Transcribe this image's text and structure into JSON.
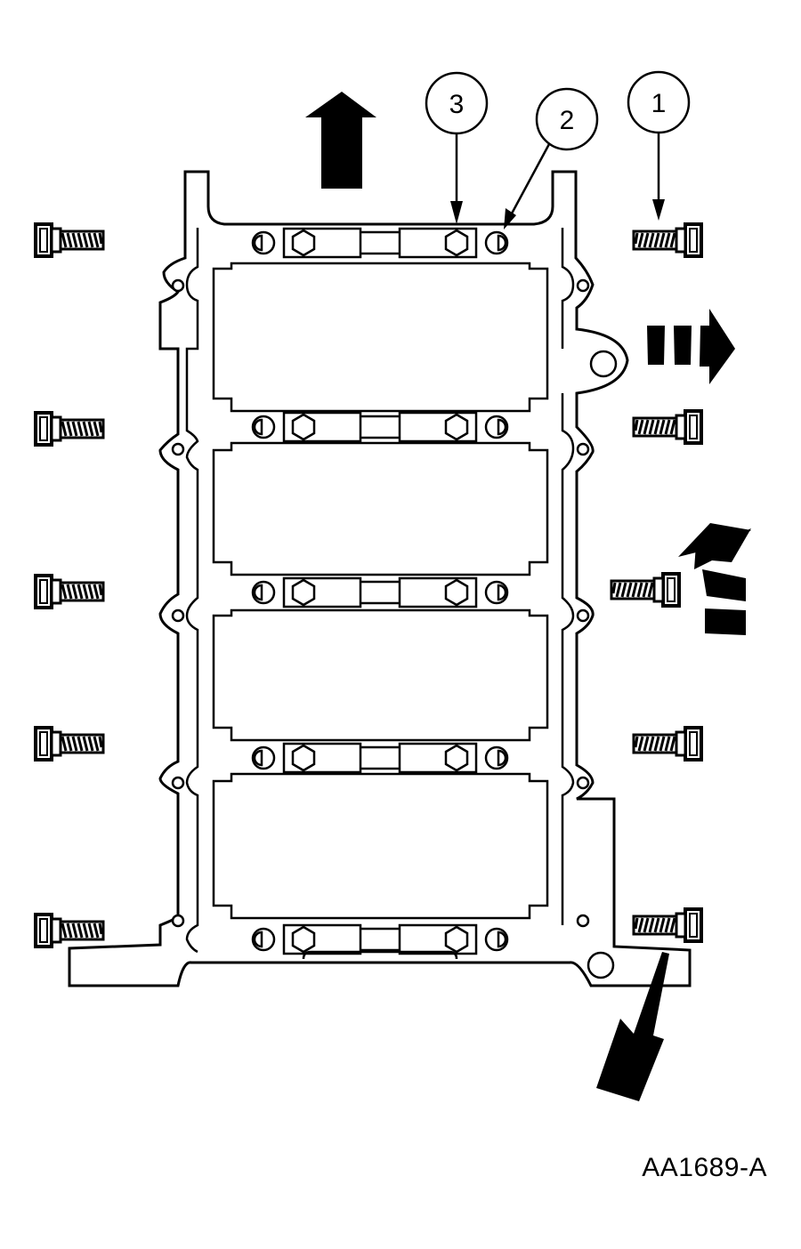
{
  "callouts": [
    {
      "id": "1",
      "label": "1"
    },
    {
      "id": "2",
      "label": "2"
    },
    {
      "id": "3",
      "label": "3"
    }
  ],
  "figure_id": "AA1689-A",
  "colors": {
    "ink": "#000000",
    "paper": "#ffffff"
  },
  "icons": [
    "bolt-icon",
    "direction-arrow-icon",
    "dashed-arrow-icon",
    "bearing-cap-icon"
  ]
}
